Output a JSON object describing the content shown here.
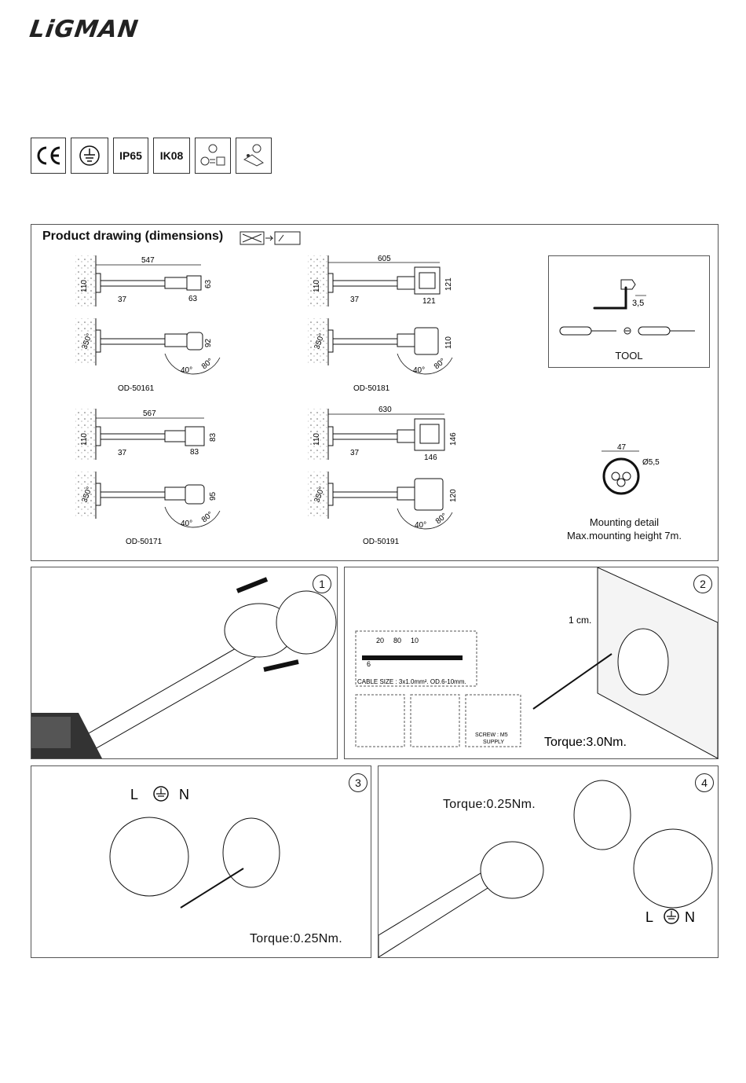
{
  "brand": {
    "name": "LiGMAN"
  },
  "certifications": [
    {
      "label": "",
      "icon": "ce-mark-icon"
    },
    {
      "label": "",
      "icon": "earth-ground-icon"
    },
    {
      "label": "IP65",
      "icon": ""
    },
    {
      "label": "IK08",
      "icon": ""
    },
    {
      "label": "",
      "icon": "voltage-adjust-icon"
    },
    {
      "label": "",
      "icon": "connector-icon"
    }
  ],
  "product_drawing": {
    "title": "Product drawing (dimensions)",
    "models": [
      {
        "code": "OD-50161",
        "length": "547",
        "arm": "37",
        "side": "63",
        "height": "63",
        "wall": "110",
        "depth": "92",
        "angle_rot": "350°",
        "tilt_a": "40°",
        "tilt_b": "80°"
      },
      {
        "code": "OD-50181",
        "length": "605",
        "arm": "37",
        "side": "121",
        "height": "121",
        "wall": "110",
        "depth": "110",
        "angle_rot": "350°",
        "tilt_a": "40°",
        "tilt_b": "80°"
      },
      {
        "code": "OD-50171",
        "length": "567",
        "arm": "37",
        "side": "83",
        "height": "83",
        "wall": "110",
        "depth": "95",
        "angle_rot": "350°",
        "tilt_a": "40°",
        "tilt_b": "80°"
      },
      {
        "code": "OD-50191",
        "length": "630",
        "arm": "37",
        "side": "146",
        "height": "146",
        "wall": "110",
        "depth": "120",
        "angle_rot": "350°",
        "tilt_a": "40°",
        "tilt_b": "80°"
      }
    ],
    "tool": {
      "label": "TOOL",
      "hex_size": "3,5"
    },
    "mounting": {
      "width": "47",
      "hole": "Ø5,5",
      "caption1": "Mounting detail",
      "caption2": "Max.mounting height 7m."
    }
  },
  "steps": [
    {
      "number": "1"
    },
    {
      "number": "2",
      "dist": "1 cm.",
      "strip": [
        "20",
        "80",
        "10"
      ],
      "strip_small": "6",
      "cable": "CABLE SIZE : 3x1.0mm². OD.6-10mm.",
      "screw1": "SCREW : M5",
      "screw2": "SUPPLY",
      "torque": "Torque:3.0Nm."
    },
    {
      "number": "3",
      "L": "L",
      "N": "N",
      "torque": "Torque:0.25Nm."
    },
    {
      "number": "4",
      "L": "L",
      "N": "N",
      "torque": "Torque:0.25Nm."
    }
  ]
}
